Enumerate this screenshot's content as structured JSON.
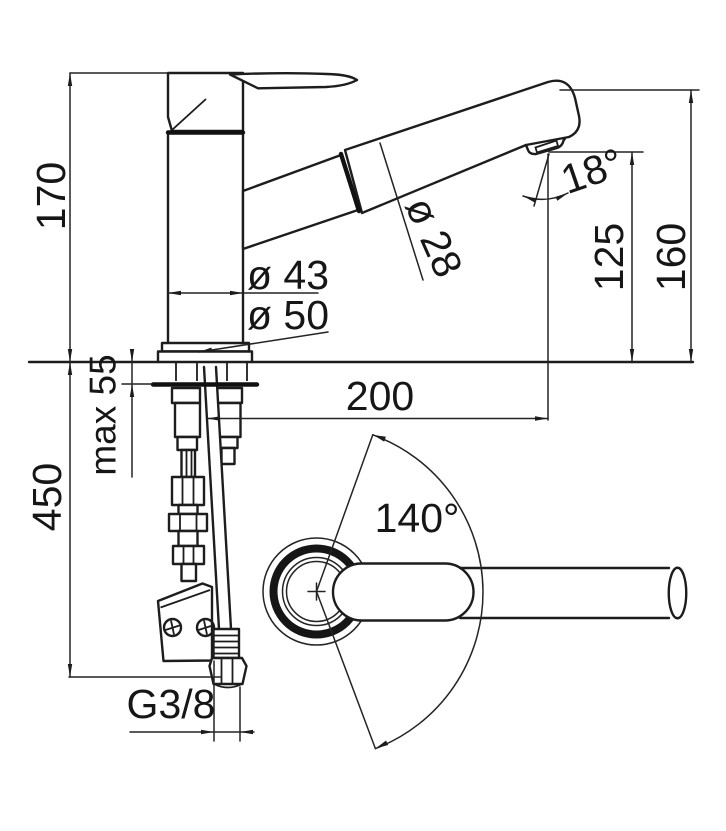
{
  "drawing": {
    "type": "technical-dimension-drawing",
    "subject": "single-lever kitchen mixer tap with pull-out spray, front view with supply hoses and top view of swivel spout",
    "line_color": "#1d1d1d",
    "background": "#ffffff",
    "dims": {
      "height_170": "170",
      "length_450": "450",
      "max_55": "max 55",
      "dia_43": "ø 43",
      "dia_50": "ø 50",
      "dia_28": "ø 28",
      "angle_18": "18°",
      "height_125": "125",
      "height_160": "160",
      "reach_200": "200",
      "angle_140": "140°",
      "thread_g38": "G3/8"
    }
  }
}
